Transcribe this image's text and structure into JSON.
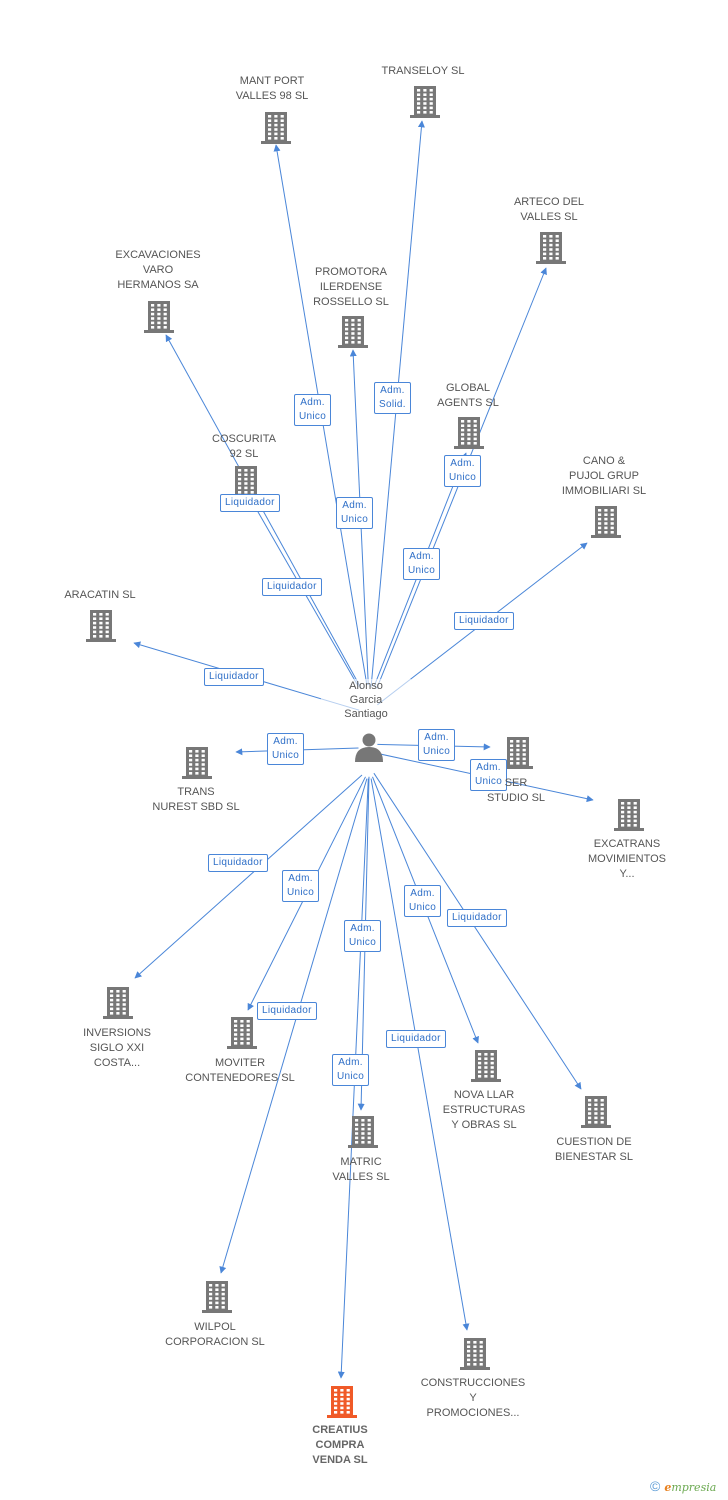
{
  "diagram": {
    "center": {
      "lines": [
        "Alonso",
        "Garcia",
        "Santiago"
      ]
    },
    "nodes": [
      {
        "id": "mant_port",
        "lines": [
          "MANT PORT",
          "VALLES 98 SL"
        ],
        "main": false
      },
      {
        "id": "transeloy",
        "lines": [
          "TRANSELOY SL"
        ],
        "main": false
      },
      {
        "id": "arteco",
        "lines": [
          "ARTECO DEL",
          "VALLES SL"
        ],
        "main": false
      },
      {
        "id": "excavaciones",
        "lines": [
          "EXCAVACIONES",
          "VARO",
          "HERMANOS SA"
        ],
        "main": false
      },
      {
        "id": "promotora",
        "lines": [
          "PROMOTORA",
          "ILERDENSE",
          "ROSSELLO SL"
        ],
        "main": false
      },
      {
        "id": "global_agents",
        "lines": [
          "GLOBAL",
          "AGENTS SL"
        ],
        "main": false
      },
      {
        "id": "coscurita",
        "lines": [
          "COSCURITA",
          "92 SL"
        ],
        "main": false
      },
      {
        "id": "cano_pujol",
        "lines": [
          "CANO &",
          "PUJOL GRUP",
          "IMMOBILIARI SL"
        ],
        "main": false
      },
      {
        "id": "aracatin",
        "lines": [
          "ARACATIN SL"
        ],
        "main": false
      },
      {
        "id": "trans_nurest",
        "lines": [
          "TRANS",
          "NUREST SBD SL"
        ],
        "main": false
      },
      {
        "id": "ser_studio",
        "lines": [
          "SER",
          "STUDIO SL"
        ],
        "main": false
      },
      {
        "id": "excatrans",
        "lines": [
          "EXCATRANS",
          "MOVIMIENTOS",
          "Y..."
        ],
        "main": false
      },
      {
        "id": "inversions",
        "lines": [
          "INVERSIONS",
          "SIGLO XXI",
          "COSTA..."
        ],
        "main": false
      },
      {
        "id": "moviter",
        "lines": [
          "MOVITER",
          "CONTENEDORES SL"
        ],
        "main": false
      },
      {
        "id": "matric",
        "lines": [
          "MATRIC",
          "VALLES SL"
        ],
        "main": false
      },
      {
        "id": "nova_llar",
        "lines": [
          "NOVA LLAR",
          "ESTRUCTURAS",
          "Y OBRAS SL"
        ],
        "main": false
      },
      {
        "id": "cuestion",
        "lines": [
          "CUESTION DE",
          "BIENESTAR SL"
        ],
        "main": false
      },
      {
        "id": "wilpol",
        "lines": [
          "WILPOL",
          "CORPORACION SL"
        ],
        "main": false
      },
      {
        "id": "construcciones",
        "lines": [
          "CONSTRUCCIONES",
          "Y",
          "PROMOCIONES..."
        ],
        "main": false
      },
      {
        "id": "creatius",
        "lines": [
          "CREATIUS",
          "COMPRA",
          "VENDA SL"
        ],
        "main": true
      }
    ],
    "edges": [
      {
        "to": "mant_port",
        "label": [
          "Adm.",
          "Unico"
        ]
      },
      {
        "to": "transeloy",
        "label": [
          "Adm.",
          "Solid."
        ]
      },
      {
        "to": "arteco",
        "label": [
          "Adm.",
          "Unico"
        ]
      },
      {
        "to": "excavaciones",
        "label": [
          "Liquidador"
        ]
      },
      {
        "to": "promotora",
        "label": [
          "Adm.",
          "Unico"
        ]
      },
      {
        "to": "global_agents",
        "label": [
          "Adm.",
          "Unico"
        ]
      },
      {
        "to": "coscurita",
        "label": [
          "Liquidador"
        ]
      },
      {
        "to": "cano_pujol",
        "label": [
          "Liquidador"
        ]
      },
      {
        "to": "aracatin",
        "label": [
          "Liquidador"
        ]
      },
      {
        "to": "trans_nurest",
        "label": [
          "Adm.",
          "Unico"
        ]
      },
      {
        "to": "ser_studio",
        "label": [
          "Adm.",
          "Unico"
        ]
      },
      {
        "to": "excatrans",
        "label": [
          "Adm.",
          "Unico"
        ]
      },
      {
        "to": "inversions",
        "label": [
          "Liquidador"
        ]
      },
      {
        "to": "moviter",
        "label": [
          "Adm.",
          "Unico"
        ]
      },
      {
        "to": "matric",
        "label": [
          "Adm.",
          "Unico"
        ]
      },
      {
        "to": "nova_llar",
        "label": [
          "Adm.",
          "Unico"
        ]
      },
      {
        "to": "cuestion",
        "label": [
          "Liquidador"
        ]
      },
      {
        "to": "wilpol",
        "label": [
          "Liquidador"
        ]
      },
      {
        "to": "construcciones",
        "label": [
          "Liquidador"
        ]
      },
      {
        "to": "creatius",
        "label": [
          "Adm.",
          "Unico"
        ]
      }
    ],
    "colors": {
      "edge": "#4a86d8",
      "building": "#777777",
      "building_main": "#f05a28",
      "person": "#777777"
    }
  },
  "branding": {
    "copyright": "©",
    "name_initial": "e",
    "name_rest": "mpresia"
  }
}
